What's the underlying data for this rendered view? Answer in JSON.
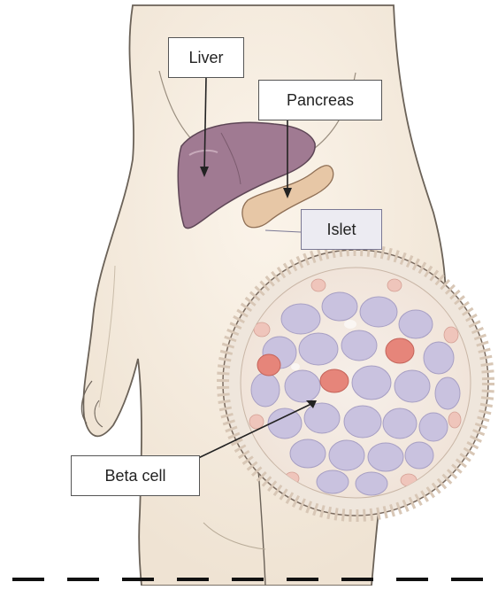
{
  "labels": {
    "liver": "Liver",
    "pancreas": "Pancreas",
    "islet": "Islet",
    "beta_cell": "Beta cell"
  },
  "colors": {
    "liver": "#a07a92",
    "pancreas": "#e7c7a6",
    "alpha_cell": "#e6857a",
    "beta_cell": "#c9c2df",
    "islet_border": "#e8d8c9",
    "body_outline": "#6b6258"
  }
}
